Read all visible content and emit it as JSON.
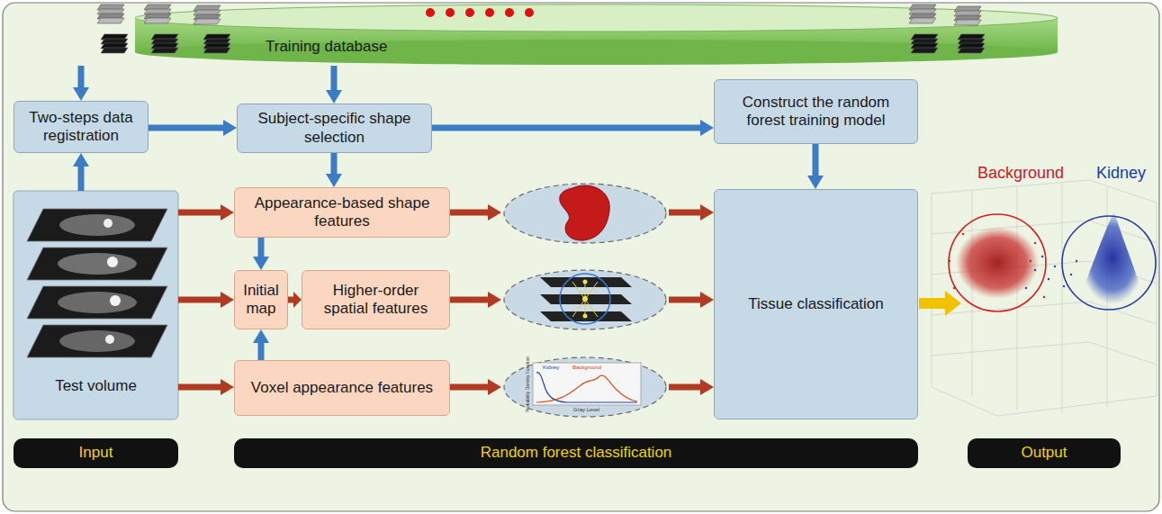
{
  "diagram": {
    "nodes": [
      {
        "text": [
          "Training database"
        ]
      },
      {
        "text": [
          "Two-steps data registration"
        ]
      },
      {
        "text": [
          "Subject-specific shape selection"
        ]
      },
      {
        "text": [
          "Construct the random forest training model"
        ]
      },
      {
        "text": [
          "Test volume"
        ]
      },
      {
        "text": [
          "Appearance-based shape features"
        ]
      },
      {
        "text": [
          "Initial map"
        ]
      },
      {
        "text": [
          "Higher-order spatial features"
        ]
      },
      {
        "text": [
          "Voxel appearance features"
        ]
      },
      {
        "text": [
          "Tissue classification"
        ]
      },
      {
        "text": [
          "Input"
        ]
      },
      {
        "text": [
          "Random forest classification"
        ]
      },
      {
        "text": [
          "Output"
        ]
      }
    ],
    "edges": [
      {
        "from": 0,
        "to": 1,
        "arrow": "to"
      },
      {
        "from": 0,
        "to": 2,
        "arrow": "to"
      },
      {
        "from": 1,
        "to": 2,
        "arrow": "to"
      },
      {
        "from": 2,
        "to": 3,
        "arrow": "to"
      },
      {
        "from": 3,
        "to": 9,
        "arrow": "to"
      },
      {
        "from": 2,
        "to": 5,
        "arrow": "to"
      },
      {
        "from": 4,
        "to": 1,
        "arrow": "to"
      },
      {
        "from": 5,
        "to": 6,
        "arrow": "to"
      },
      {
        "from": 8,
        "to": 6,
        "arrow": "to"
      },
      {
        "from": 4,
        "to": 5,
        "arrow": "to"
      },
      {
        "from": 4,
        "to": 6,
        "arrow": "to"
      },
      {
        "from": 4,
        "to": 8,
        "arrow": "to"
      },
      {
        "from": 6,
        "to": 7,
        "arrow": "to"
      },
      {
        "from": 5,
        "to": 9,
        "arrow": "to"
      },
      {
        "from": 7,
        "to": 9,
        "arrow": "to"
      },
      {
        "from": 8,
        "to": 9,
        "arrow": "to"
      }
    ],
    "labels": [
      "Kidney",
      "Background",
      "Gray Level",
      "Probability Density Function",
      "Background",
      "Kidney"
    ]
  }
}
